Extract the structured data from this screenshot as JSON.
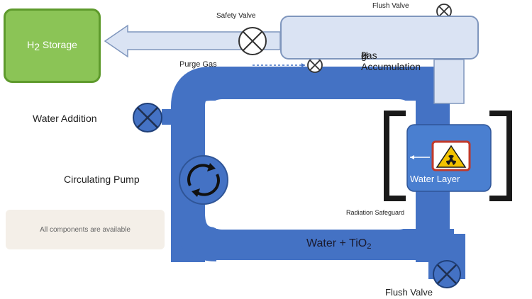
{
  "labels": {
    "storage_h": "H",
    "storage_sub": "2",
    "storage_rest": " Storage",
    "accum_h": "H",
    "accum_sub": "2",
    "accum_rest": " gas Accumulation",
    "safety_valve": "Safety Valve",
    "flush_valve_top": "Flush Valve",
    "purge_gas": "Purge Gas",
    "water_addition": "Water Addition",
    "circulating_pump": "Circulating Pump",
    "water_layer": "Water Layer",
    "radiation_safeguard": "Radiation Safeguard",
    "water_tio": "Water + TiO",
    "water_tio_sub": "2",
    "flush_valve_bottom": "Flush Valve"
  },
  "status": {
    "message": "All components are available"
  },
  "colors": {
    "pipe": "#4472c4",
    "pipe_dark": "#2f5597",
    "storage": "#8bc456",
    "accumulator": "#dae3f3",
    "water_layer": "#4a7fd0",
    "warning": "#f2c200",
    "warning_border": "#c0392b"
  }
}
